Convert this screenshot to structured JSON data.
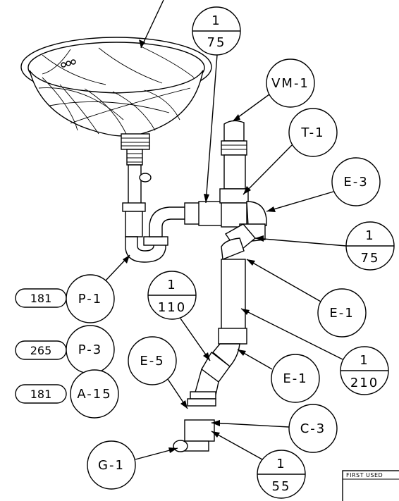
{
  "callouts": [
    {
      "id": "pipe-size-top",
      "num": "1",
      "den": "75"
    },
    {
      "id": "vm1",
      "label": "VM-1"
    },
    {
      "id": "t1",
      "label": "T-1"
    },
    {
      "id": "e3",
      "label": "E-3"
    },
    {
      "id": "pipe-size-mid",
      "num": "1",
      "den": "75"
    },
    {
      "id": "p1",
      "label": "P-1",
      "tag": "181"
    },
    {
      "id": "pipe-size-110",
      "num": "1",
      "den": "110"
    },
    {
      "id": "e1-upper",
      "label": "E-1"
    },
    {
      "id": "p3",
      "label": "P-3",
      "tag": "265"
    },
    {
      "id": "e5",
      "label": "E-5"
    },
    {
      "id": "pipe-size-210",
      "num": "1",
      "den": "210"
    },
    {
      "id": "e1-lower",
      "label": "E-1"
    },
    {
      "id": "a15",
      "label": "A-15",
      "tag": "181"
    },
    {
      "id": "c3",
      "label": "C-3"
    },
    {
      "id": "g1",
      "label": "G-1"
    },
    {
      "id": "pipe-size-55",
      "num": "1",
      "den": "55"
    }
  ],
  "title_box": {
    "label": "FIRST USED"
  }
}
